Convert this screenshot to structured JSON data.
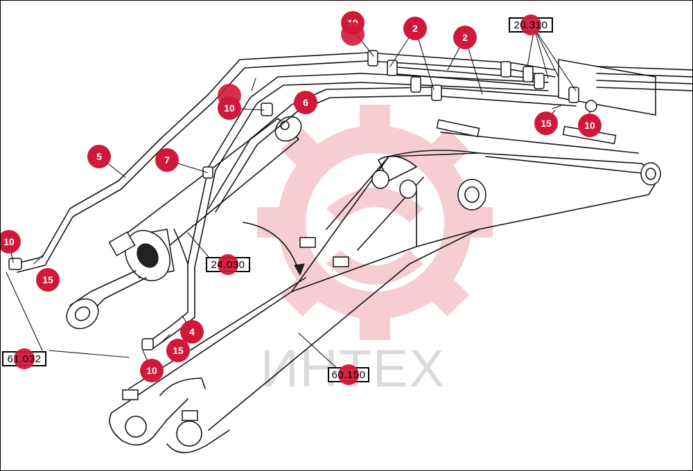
{
  "colors": {
    "callout": "#d0183a",
    "watermark": "#e8a0a0",
    "line": "#111111"
  },
  "watermark": {
    "text": "ИНТЕХ",
    "icon": "gear-icon"
  },
  "callouts": {
    "c10_top": "10",
    "c2_a": "2",
    "c2_b": "2",
    "c10_mid": "10",
    "c6": "6",
    "c5": "5",
    "c7": "7",
    "c10_left": "10",
    "c15_left": "15",
    "c4": "4",
    "c15_bottom": "15",
    "c10_bottom": "10",
    "c15_right": "15",
    "c10_right": "10"
  },
  "references": {
    "ref_top_right": "20.310",
    "ref_cylinder": "24.030",
    "ref_left": "61.032",
    "ref_bottom": "60.150"
  }
}
